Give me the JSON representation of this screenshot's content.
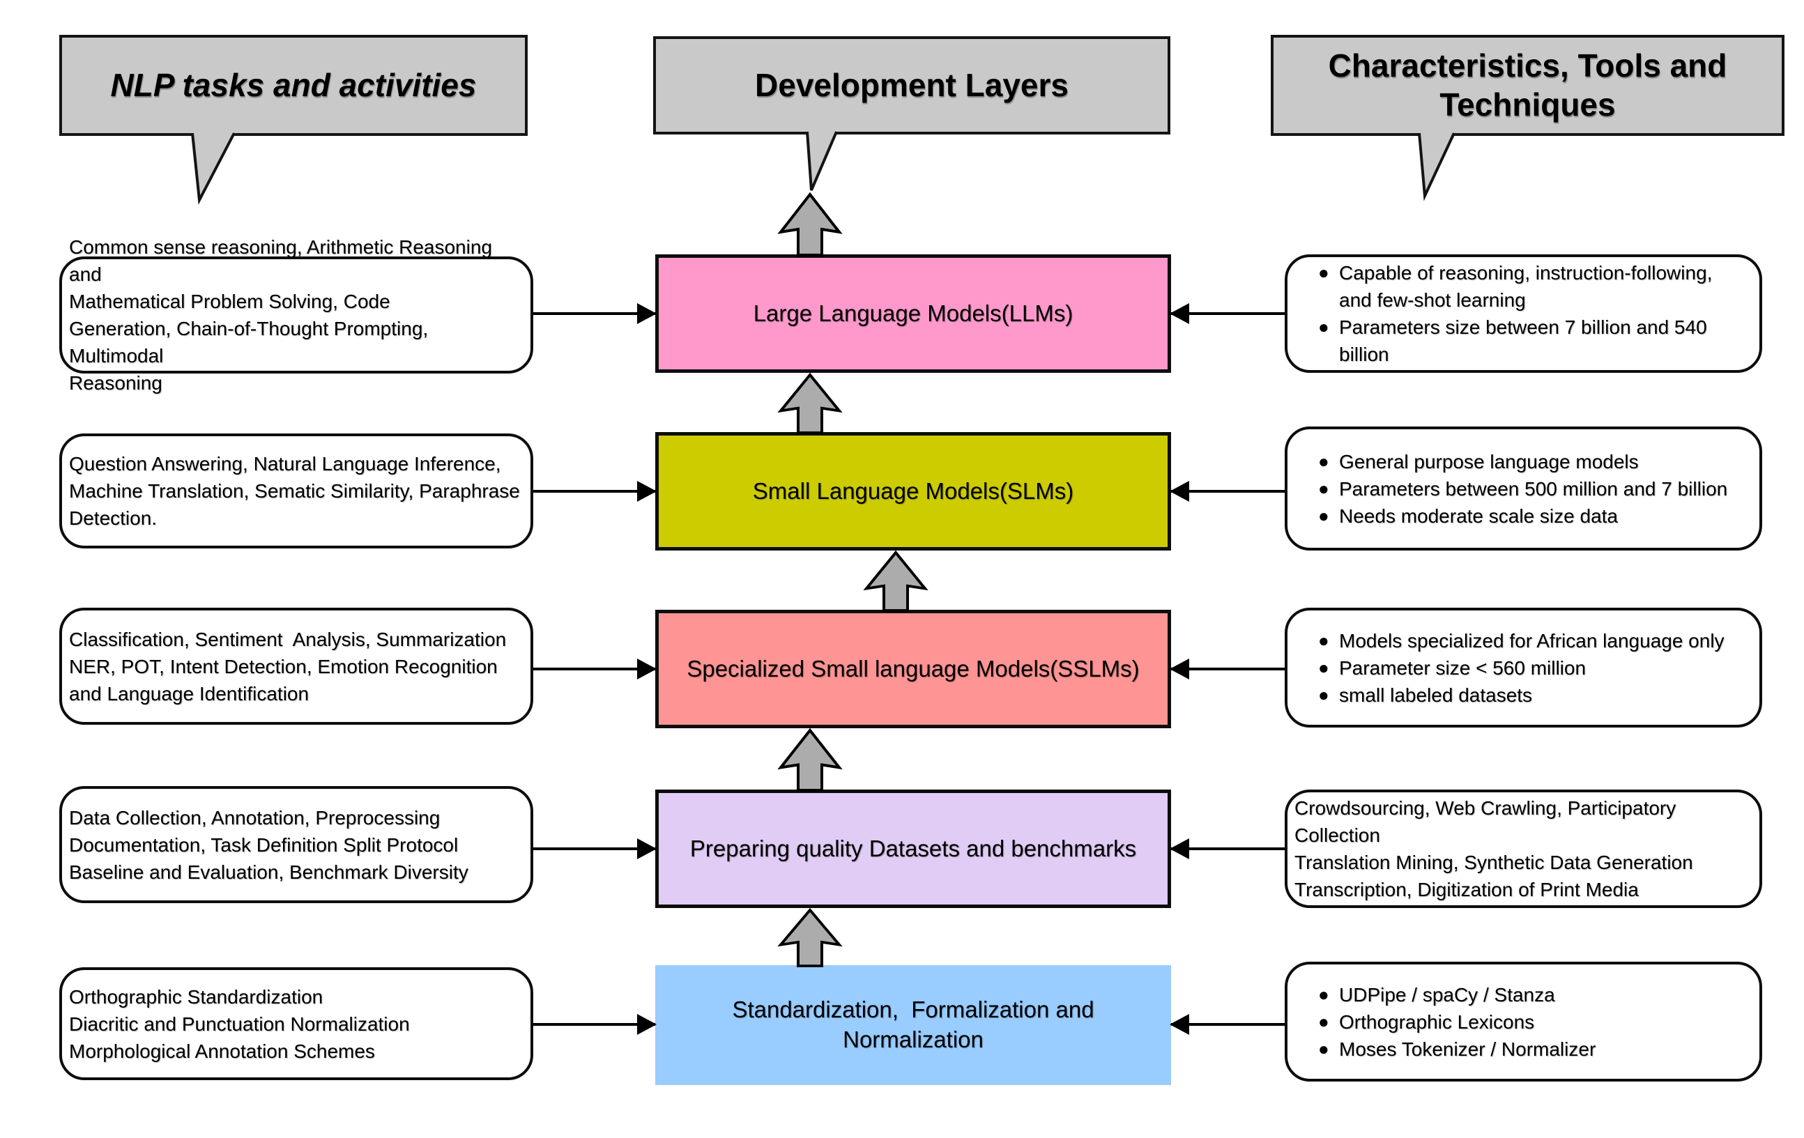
{
  "headers": {
    "left": "NLP tasks and activities",
    "center": "Development Layers",
    "right": "Characteristics, Tools and Techniques"
  },
  "colors": {
    "header_fill": "#C9C9C9",
    "arrow_fill": "#ACACAC",
    "llms": "#FF99CC",
    "slms": "#CCCC00",
    "sslms": "#FF9494",
    "datasets": "#E0CCF4",
    "standardization": "#99CCFF"
  },
  "rows": [
    {
      "id": "llms",
      "layer_label": "Large Language Models(LLMs)",
      "layer_color": "#FF99CC",
      "left_lines": [
        "Common sense reasoning, Arithmetic Reasoning and",
        "Mathematical Problem Solving, Code",
        "Generation, Chain-of-Thought Prompting, Multimodal",
        "Reasoning"
      ],
      "right_bulleted": true,
      "right_items": [
        "Capable of reasoning, instruction-following, and few-shot learning",
        "Parameters size between 7 billion and 540 billion"
      ]
    },
    {
      "id": "slms",
      "layer_label": "Small Language Models(SLMs)",
      "layer_color": "#CCCC00",
      "left_lines": [
        "Question Answering, Natural Language Inference,",
        "Machine Translation, Sematic Similarity, Paraphrase",
        "Detection."
      ],
      "right_bulleted": true,
      "right_items": [
        "General purpose language models",
        "Parameters between 500 million and 7 billion",
        "Needs moderate scale size data"
      ]
    },
    {
      "id": "sslms",
      "layer_label": "Specialized Small language Models(SSLMs)",
      "layer_color": "#FF9494",
      "left_lines": [
        "Classification, Sentiment  Analysis, Summarization",
        "NER, POT, Intent Detection, Emotion Recognition",
        "and Language Identification"
      ],
      "right_bulleted": true,
      "right_items": [
        "Models specialized for African language only",
        "Parameter size < 560 million",
        "small labeled datasets"
      ]
    },
    {
      "id": "datasets",
      "layer_label": "Preparing quality Datasets and benchmarks",
      "layer_color": "#E0CCF4",
      "left_lines": [
        "Data Collection, Annotation, Preprocessing",
        "Documentation, Task Definition Split Protocol",
        "Baseline and Evaluation, Benchmark Diversity"
      ],
      "right_bulleted": false,
      "right_items": [
        "Crowdsourcing, Web Crawling, Participatory Collection",
        "Translation Mining, Synthetic Data Generation",
        "Transcription, Digitization of Print Media"
      ]
    },
    {
      "id": "standardization",
      "layer_label": "Standardization,  Formalization and\nNormalization",
      "layer_color": "#99CCFF",
      "left_lines": [
        "Orthographic Standardization",
        "Diacritic and Punctuation Normalization",
        "Morphological Annotation Schemes"
      ],
      "right_bulleted": true,
      "right_items": [
        "UDPipe / spaCy / Stanza",
        "Orthographic Lexicons",
        "Moses Tokenizer / Normalizer"
      ]
    }
  ]
}
